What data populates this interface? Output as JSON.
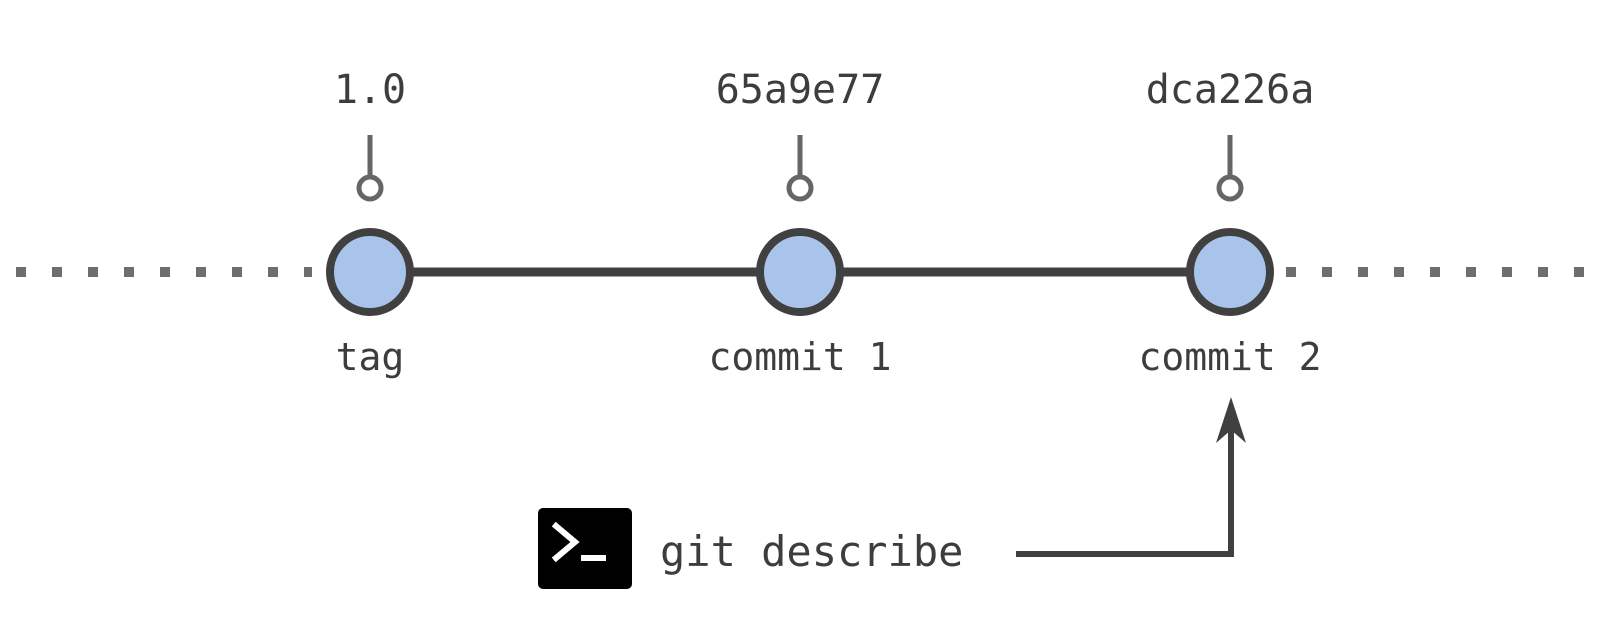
{
  "diagram": {
    "commits": [
      {
        "ref": "1.0",
        "label": "tag"
      },
      {
        "ref": "65a9e77",
        "label": "commit 1"
      },
      {
        "ref": "dca226a",
        "label": "commit 2"
      }
    ],
    "command": {
      "icon": "terminal-icon",
      "text": "git describe"
    },
    "colors": {
      "line": "#404040",
      "node_fill": "#a8c4ea",
      "node_stroke": "#404040",
      "dots": "#6e6e6e",
      "pin": "#666666",
      "text": "#3d3d3d",
      "terminal_bg": "#000000",
      "terminal_fg": "#ffffff"
    }
  }
}
